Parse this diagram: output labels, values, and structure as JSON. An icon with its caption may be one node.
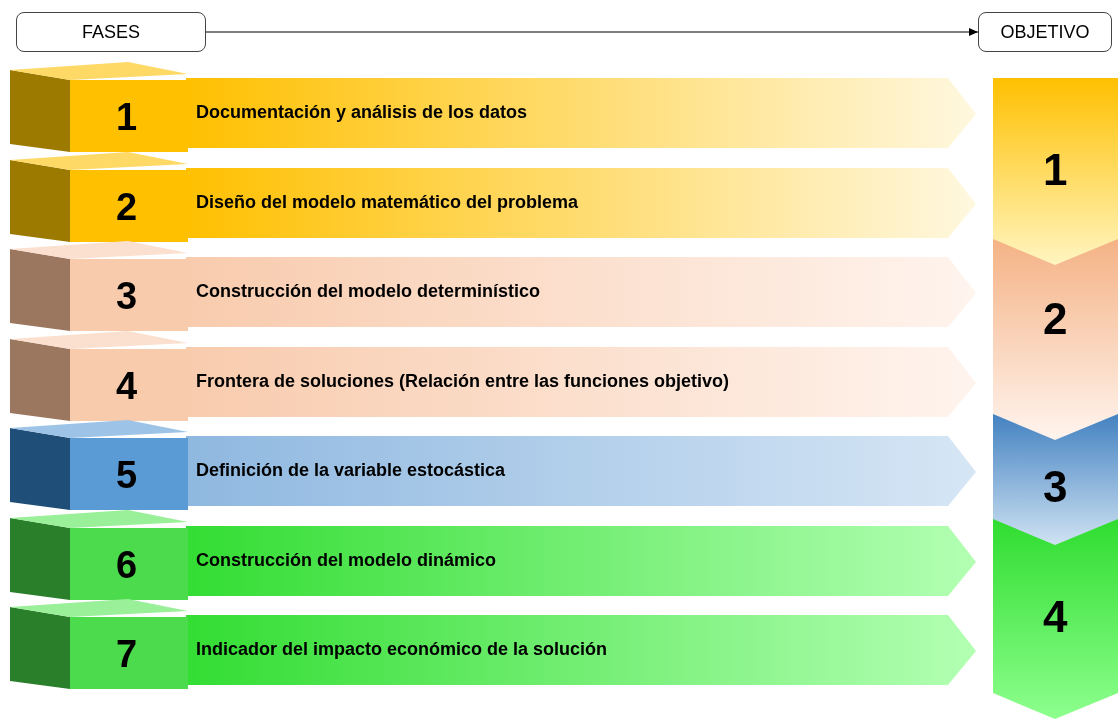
{
  "diagram": {
    "nodes": [
      {
        "text": [
          "FASES"
        ]
      },
      {
        "text": [
          "OBJETIVO"
        ]
      },
      {
        "text": [
          "1",
          "Documentación y análisis de los datos"
        ]
      },
      {
        "text": [
          "2",
          "Diseño del modelo matemático del problema"
        ]
      },
      {
        "text": [
          "3",
          "Construcción del modelo determinístico"
        ]
      },
      {
        "text": [
          "4",
          "Frontera de soluciones (Relación entre las funciones objetivo)"
        ]
      },
      {
        "text": [
          "5",
          "Definición de la variable estocástica"
        ]
      },
      {
        "text": [
          "6",
          "Construcción del modelo dinámico"
        ]
      },
      {
        "text": [
          "7",
          "Indicador del impacto económico de la solución"
        ]
      },
      {
        "text": [
          "1"
        ]
      },
      {
        "text": [
          "2"
        ]
      },
      {
        "text": [
          "3"
        ]
      },
      {
        "text": [
          "4"
        ]
      }
    ],
    "edges": [
      {
        "from": 0,
        "to": 1,
        "arrow": "to"
      }
    ]
  }
}
